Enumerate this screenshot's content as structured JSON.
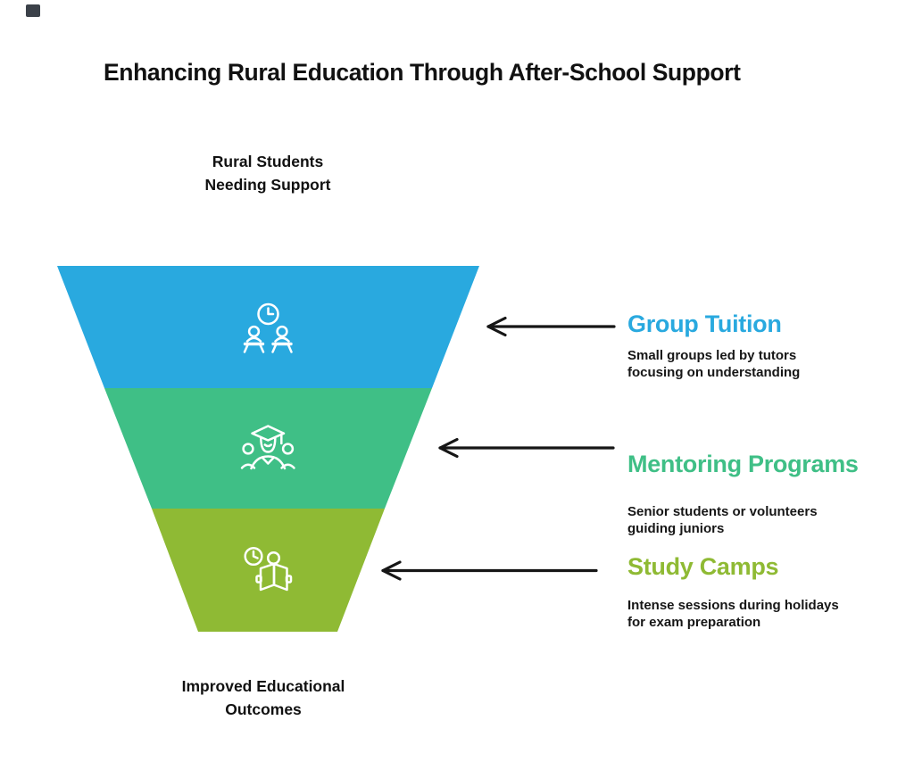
{
  "page": {
    "background": "#ffffff",
    "corner_mark_color": "#3b4149"
  },
  "title": "Enhancing Rural Education Through After-School Support",
  "funnel": {
    "top_label_line1": "Rural Students",
    "top_label_line2": "Needing Support",
    "bottom_label_line1": "Improved Educational",
    "bottom_label_line2": "Outcomes",
    "arrow_color": "#161616",
    "icon_color": "#ffffff",
    "stages": [
      {
        "title": "Group Tuition",
        "color": "#29A9DF",
        "icon": "clock-over-students-at-desks-icon",
        "desc1": "Small groups led by tutors",
        "desc2": "focusing on understanding"
      },
      {
        "title": "Mentoring Programs",
        "color": "#3FBF86",
        "icon": "graduate-with-mentees-icon",
        "desc1": "Senior students or volunteers",
        "desc2": "guiding juniors"
      },
      {
        "title": "Study Camps",
        "color": "#8FBA34",
        "icon": "person-reading-book-with-clock-icon",
        "desc1": "Intense sessions during holidays",
        "desc2": "for exam preparation"
      }
    ]
  }
}
